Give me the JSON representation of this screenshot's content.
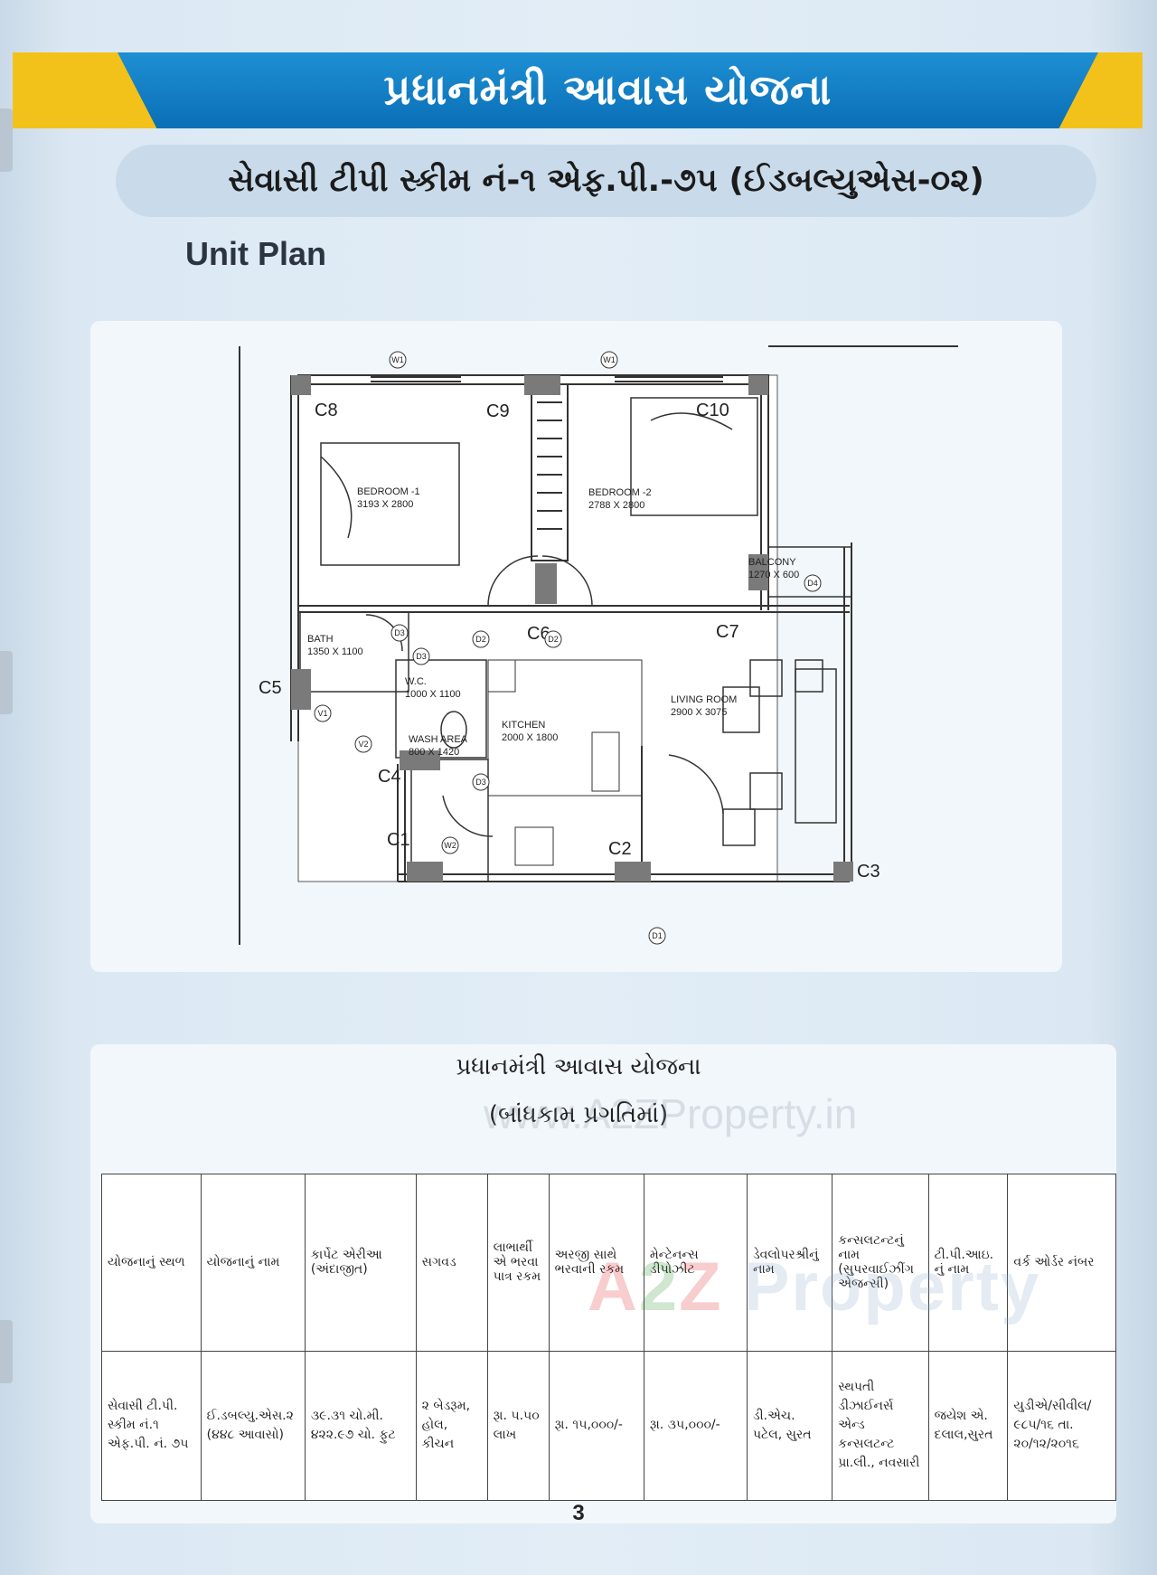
{
  "header": {
    "title": "પ્રધાનમંત્રી આવાસ યોજના",
    "subtitle": "સેવાસી ટીપી સ્કીમ નં-૧ એફ.પી.-૭૫ (ઈડબલ્યુએસ-૦૨)"
  },
  "plan": {
    "heading": "Unit Plan",
    "rooms": {
      "bedroom1": {
        "name": "BEDROOM -1",
        "size": "3193 X 2800"
      },
      "bedroom2": {
        "name": "BEDROOM -2",
        "size": "2788 X 2800"
      },
      "bath": {
        "name": "BATH",
        "size": "1350 X 1100"
      },
      "wc": {
        "name": "W.C.",
        "size": "1000 X 1100"
      },
      "kitchen": {
        "name": "KITCHEN",
        "size": "2000 X 1800"
      },
      "wash": {
        "name": "WASH AREA",
        "size": "800 X 1420"
      },
      "living": {
        "name": "LIVING ROOM",
        "size": "2900 X 3075"
      },
      "balcony": {
        "name": "BALCONY",
        "size": "1270 X 600"
      }
    },
    "columns": {
      "c1": "C1",
      "c2": "C2",
      "c3": "C3",
      "c4": "C4",
      "c5": "C5",
      "c6": "C6",
      "c7": "C7",
      "c8": "C8",
      "c9": "C9",
      "c10": "C10"
    },
    "tags": {
      "w1": "W1",
      "w2": "W2",
      "v1": "V1",
      "v2": "V2",
      "d1": "D1",
      "d2": "D2",
      "d3": "D3",
      "d4": "D4"
    }
  },
  "table_section": {
    "title": "પ્રધાનમંત્રી આવાસ યોજના",
    "subtitle": "(બાંધકામ પ્રગતિમાં)",
    "watermark": "www.A2ZProperty.in",
    "logo": [
      "A",
      "2",
      "Z",
      " Property"
    ],
    "headers": [
      "યોજનાનું સ્થળ",
      "યોજનાનું નામ",
      "કાર્પેટ એરીઆ (અંદાજીત)",
      "સગવડ",
      "લાભાર્થી એ ભરવા પાત્ર રકમ",
      "અરજી સાથે ભરવાની રકમ",
      "મેન્ટેનન્સ ડીપોઝીટ",
      "ડેવલોપરશ્રીનું નામ",
      "કન્સલટન્ટનું નામ (સુપરવાઈઝીંગ એજન્સી)",
      "ટી.પી.આઇ. નું નામ",
      "વર્ક ઓર્ડર નંબર"
    ],
    "row": [
      "સેવાસી ટી.પી. સ્કીમ નં.૧ એફ.પી. નં. ૭૫",
      "ઈ.ડબલ્યુ.એસ.૨ (૪૪૮ આવાસો)",
      "૩૯.૩૧ ચો.મી. ૪૨૨.૯૭ ચો. ફુટ",
      "૨ બેડરૂમ, હોલ, કીચન",
      "રૂા. ૫.૫૦ લાખ",
      "રૂા. ૧૫,૦૦૦/-",
      "રૂા. ૩૫,૦૦૦/-",
      "ડી.એચ. પટેલ, સુરત",
      "સ્થપતી ડીઝાઈનર્સ એન્ડ કન્સલટન્ટ પ્રા.લી., નવસારી",
      "જયેશ એ. દલાલ,સુરત",
      "યુડીએ/સીવીલ/ ૯૮૫/૧૬ તા. ૨૦/૧૨/૨૦૧૬"
    ]
  },
  "page_number": "3"
}
